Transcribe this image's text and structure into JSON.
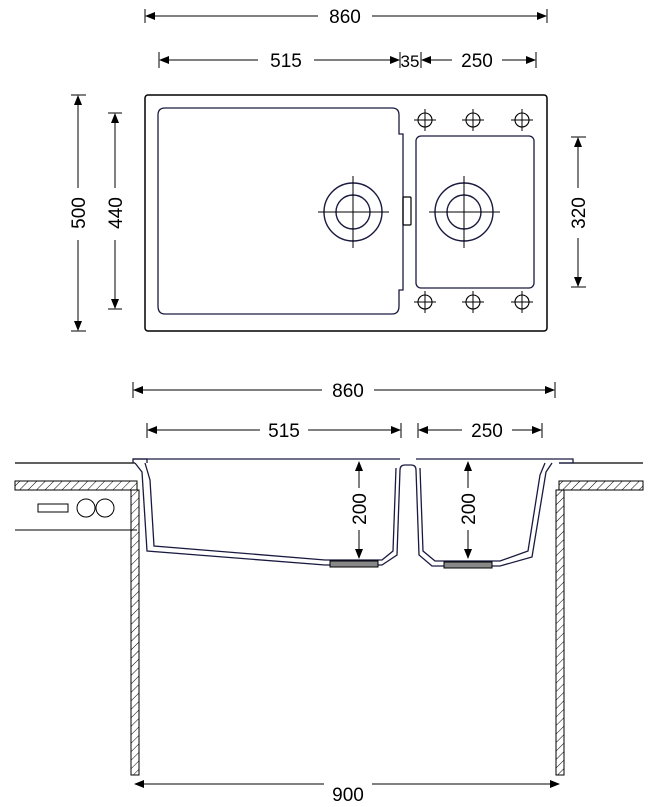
{
  "top_view": {
    "overall_width": "860",
    "main_bowl_width": "515",
    "divider_width": "35",
    "small_bowl_width": "250",
    "overall_depth": "500",
    "main_bowl_depth": "440",
    "small_bowl_depth": "320"
  },
  "section_view": {
    "overall_width": "860",
    "main_bowl_width": "515",
    "small_bowl_width": "250",
    "main_bowl_height": "200",
    "small_bowl_height": "200",
    "cabinet_width": "900"
  },
  "colors": {
    "line": "#000000",
    "bowl_outline": "#1a1a40"
  }
}
